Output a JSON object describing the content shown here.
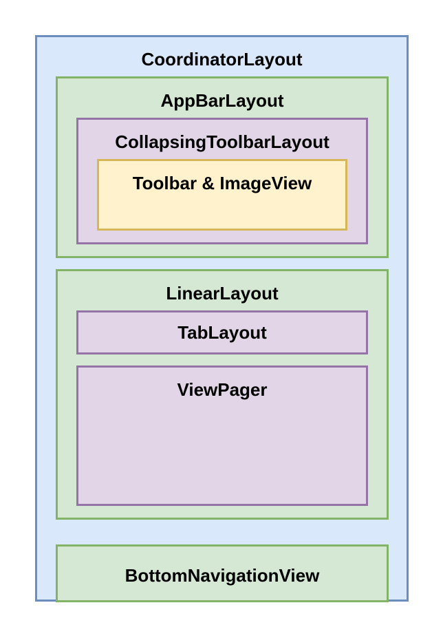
{
  "colors": {
    "blue_fill": "#dae8fc",
    "blue_stroke": "#6c8ebf",
    "green_fill": "#d5e8d4",
    "green_stroke": "#82b366",
    "purple_fill": "#e1d5e7",
    "purple_stroke": "#9673a6",
    "yellow_fill": "#fff2cc",
    "yellow_stroke": "#d6b656"
  },
  "diagram": {
    "coordinator": "CoordinatorLayout",
    "appbar": "AppBarLayout",
    "collapsing": "CollapsingToolbarLayout",
    "toolbar": "Toolbar & ImageView",
    "linear": "LinearLayout",
    "tab": "TabLayout",
    "viewpager": "ViewPager",
    "bottomnav": "BottomNavigationView"
  }
}
